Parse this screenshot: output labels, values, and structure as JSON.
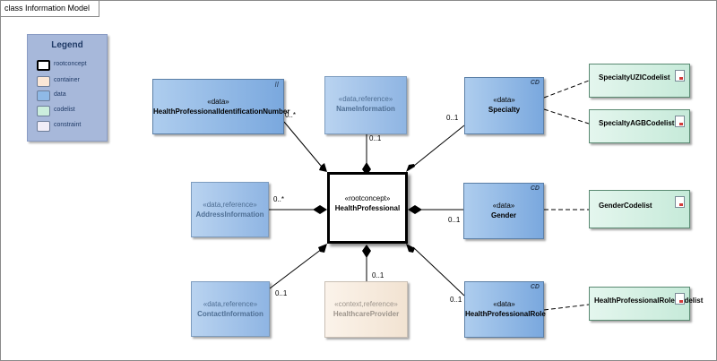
{
  "frame": {
    "title": "class Information Model"
  },
  "legend": {
    "title": "Legend",
    "items": [
      {
        "label": "rootconcept",
        "color": "#ffffff",
        "border": "#000000"
      },
      {
        "label": "container",
        "color": "#fbe7d6",
        "border": "#6d7d99"
      },
      {
        "label": "data",
        "color": "#8fb9e6",
        "border": "#6d7d99"
      },
      {
        "label": "codelist",
        "color": "#cbeedd",
        "border": "#6d7d99"
      },
      {
        "label": "constraint",
        "color": "#f1eef8",
        "border": "#6d7d99"
      }
    ]
  },
  "classes": {
    "hpid": {
      "stereotype": "«data»",
      "name": "HealthProfessionalIdentificationNumber",
      "tag": "II"
    },
    "nameinfo": {
      "stereotype": "«data,reference»",
      "name": "NameInformation"
    },
    "specialty": {
      "stereotype": "«data»",
      "name": "Specialty",
      "tag": "CD"
    },
    "address": {
      "stereotype": "«data,reference»",
      "name": "AddressInformation"
    },
    "root": {
      "stereotype": "«rootconcept»",
      "name": "HealthProfessional"
    },
    "gender": {
      "stereotype": "«data»",
      "name": "Gender",
      "tag": "CD"
    },
    "contact": {
      "stereotype": "«data,reference»",
      "name": "ContactInformation"
    },
    "provider": {
      "stereotype": "«context,reference»",
      "name": "HealthcareProvider"
    },
    "role": {
      "stereotype": "«data»",
      "name": "HealthProfessionalRole",
      "tag": "CD"
    }
  },
  "codelists": {
    "uzi": {
      "name": "SpecialtyUZICodelist"
    },
    "agb": {
      "name": "SpecialtyAGBCodelist"
    },
    "gender": {
      "name": "GenderCodelist"
    },
    "role": {
      "name": "HealthProfessionalRoleCodelist"
    }
  },
  "multiplicities": {
    "hpid": "0..*",
    "nameinfo": "0..1",
    "specialty": "0..1",
    "address": "0..*",
    "gender": "0..1",
    "contact": "0..1",
    "provider": "0..1",
    "role": "0..1"
  }
}
